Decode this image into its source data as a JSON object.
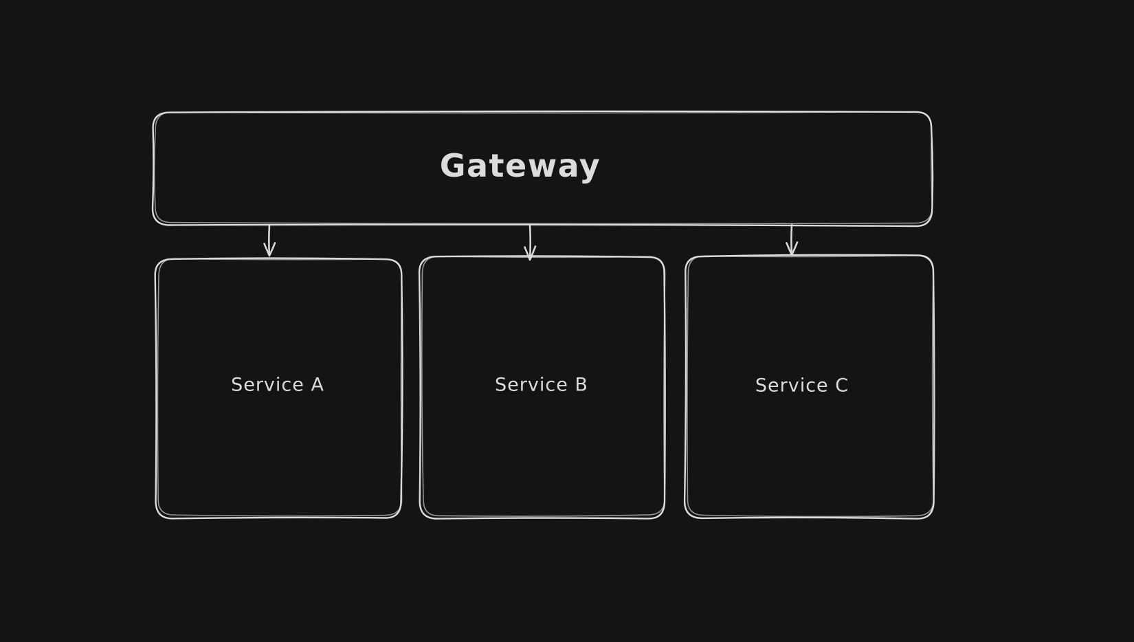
{
  "diagram": {
    "type": "flowchart",
    "style": "hand-drawn-sketch",
    "background_color": "#141414",
    "stroke_color": "#dcdcdc",
    "text_color": "#dcdcdc",
    "nodes": [
      {
        "id": "gateway",
        "label": "Gateway"
      },
      {
        "id": "service-a",
        "label": "Service A"
      },
      {
        "id": "service-b",
        "label": "Service B"
      },
      {
        "id": "service-c",
        "label": "Service C"
      }
    ],
    "edges": [
      {
        "from": "gateway",
        "to": "service-a",
        "direction": "down"
      },
      {
        "from": "gateway",
        "to": "service-b",
        "direction": "down"
      },
      {
        "from": "gateway",
        "to": "service-c",
        "direction": "down"
      }
    ]
  }
}
